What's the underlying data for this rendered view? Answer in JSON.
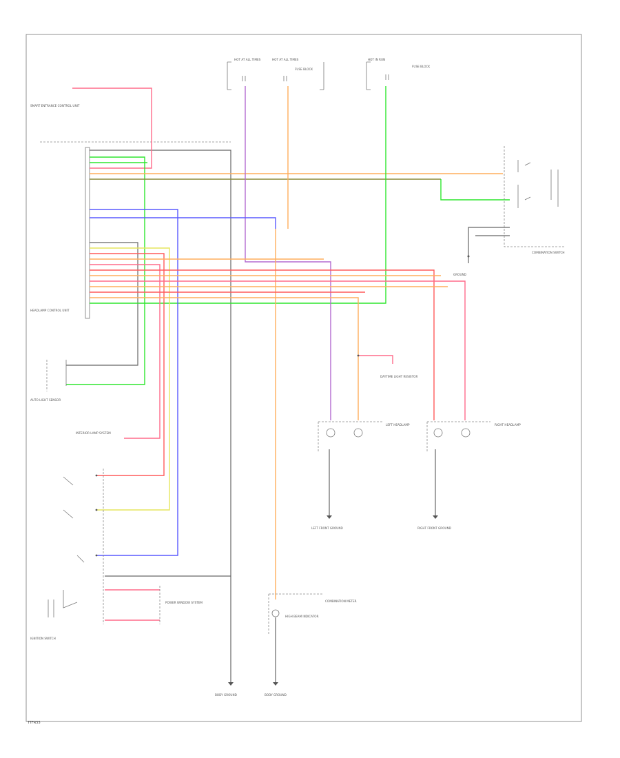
{
  "diagram": {
    "footer_code": "TTFR55",
    "components": {
      "hot_at_all_times_1": "HOT AT ALL TIMES",
      "hot_at_all_times_2": "HOT AT ALL TIMES",
      "fuse_block": "FUSE BLOCK",
      "hot_in_run": "HOT IN RUN",
      "fuse_block_2": "FUSE BLOCK",
      "smart_entrance": "SMART ENTRANCE CONTROL UNIT",
      "headlamp_control": "HEADLAMP CONTROL UNIT",
      "combination_switch": "COMBINATION SWITCH",
      "daytime_light_resistor": "DAYTIME LIGHT RESISTOR",
      "left_headlamp": "LEFT HEADLAMP",
      "right_headlamp": "RIGHT HEADLAMP",
      "auto_light_sensor": "AUTO LIGHT SENSOR",
      "interior_lamp_system": "INTERIOR LAMP SYSTEM",
      "ignition_switch": "IGNITION SWITCH",
      "power_window_system": "POWER WINDOW SYSTEM",
      "combination_meter": "COMBINATION METER",
      "high_beam_indicator": "HIGH BEAM INDICATOR",
      "ground_left_front": "LEFT FRONT GROUND",
      "ground_right_front": "RIGHT FRONT GROUND",
      "ground_body_1": "BODY GROUND",
      "ground_body_2": "BODY GROUND",
      "ground_combo": "GROUND"
    },
    "wire_colors": {
      "pink": "#ff6b8a",
      "green": "#2ee62e",
      "orange": "#ffad5c",
      "olive": "#8a8a3a",
      "purple": "#b36bd1",
      "blue": "#5a5aff",
      "yellow": "#e6e65c",
      "red": "#ff5a5a",
      "gray": "#666666"
    }
  }
}
